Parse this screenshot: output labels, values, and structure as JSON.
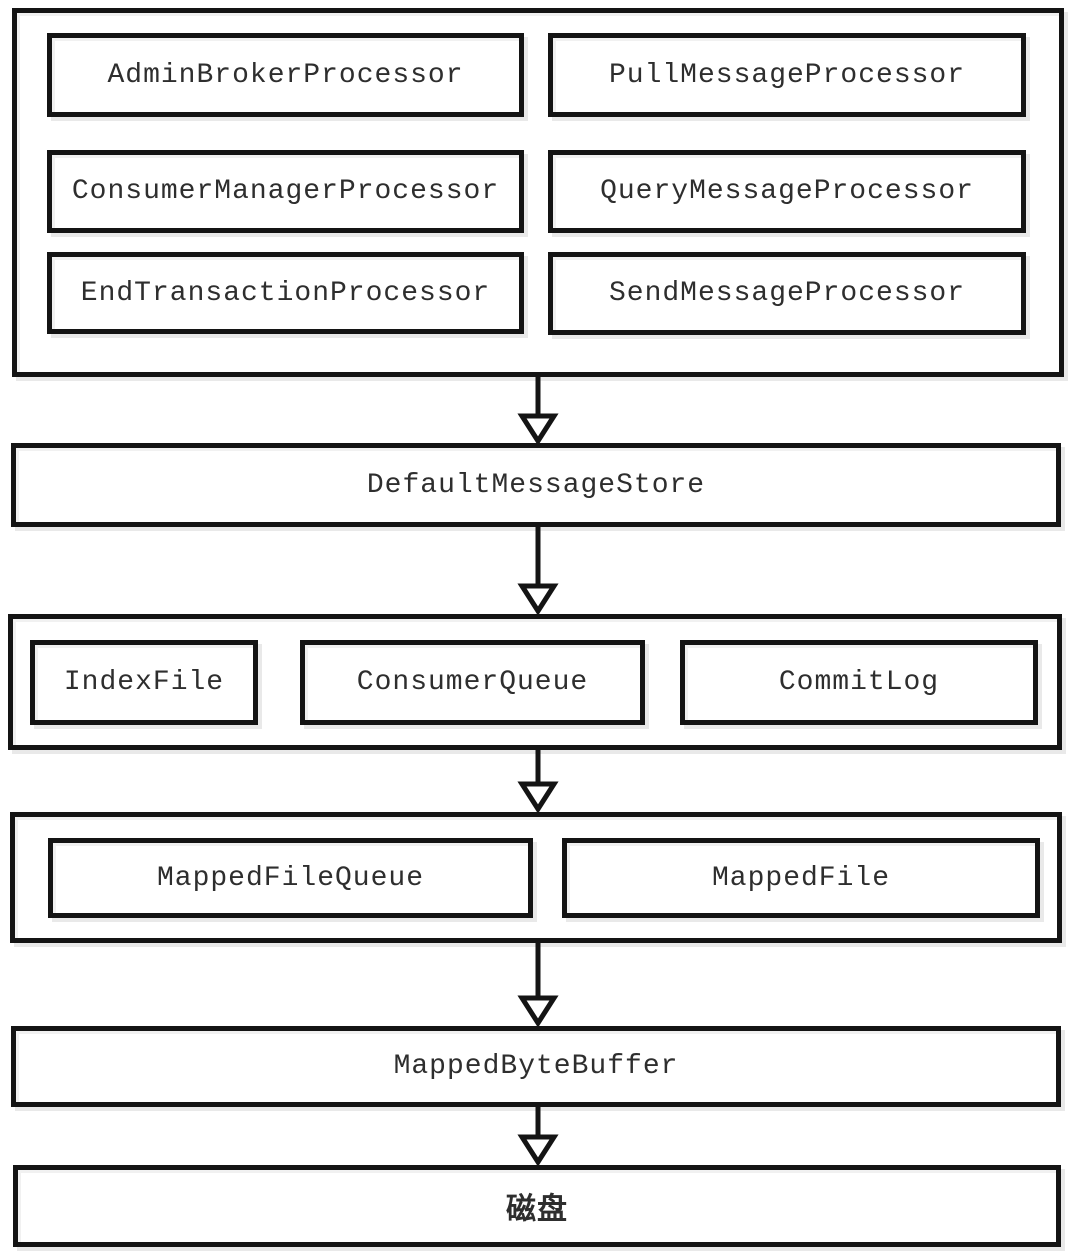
{
  "diagram": {
    "processor_layer": {
      "boxes": [
        {
          "label": "AdminBrokerProcessor"
        },
        {
          "label": "PullMessageProcessor"
        },
        {
          "label": "ConsumerManagerProcessor"
        },
        {
          "label": "QueryMessageProcessor"
        },
        {
          "label": "EndTransactionProcessor"
        },
        {
          "label": "SendMessageProcessor"
        }
      ]
    },
    "message_store": {
      "label": "DefaultMessageStore"
    },
    "store_file_layer": {
      "boxes": [
        {
          "label": "IndexFile"
        },
        {
          "label": "ConsumerQueue"
        },
        {
          "label": "CommitLog"
        }
      ]
    },
    "mapped_file_layer": {
      "boxes": [
        {
          "label": "MappedFileQueue"
        },
        {
          "label": "MappedFile"
        }
      ]
    },
    "byte_buffer": {
      "label": "MappedByteBuffer"
    },
    "disk": {
      "label": "磁盘"
    }
  },
  "colors": {
    "border": "#141414",
    "text": "#2e2e2e",
    "box_fill": "#ffffff",
    "shadow": "#e9e9e9",
    "background": "#ffffff"
  }
}
